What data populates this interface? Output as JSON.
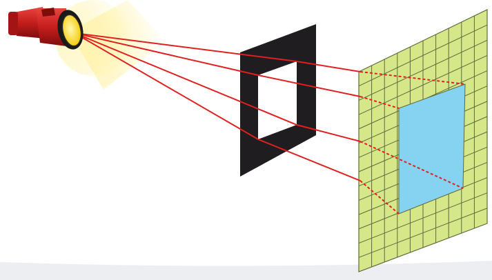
{
  "figure": {
    "kind": "light-projection-diagram",
    "subjects": [
      "flashlight",
      "square-frame",
      "grid-screen",
      "light-rays"
    ]
  },
  "colors": {
    "background": "#ffffff",
    "bottom_band": "#eceef1",
    "torch_body": "#cc1f1f",
    "torch_dark": "#8f0f0f",
    "torch_lens": "#ffe21a",
    "glow": "#fff1a0",
    "frame": "#1f1d1f",
    "grid_fill": "#d6e78a",
    "grid_line": "#5b6a3c",
    "shadow_fill": "#85d3f0",
    "ray": "#e02020"
  },
  "grid": {
    "columns": 10,
    "rows": 14
  }
}
